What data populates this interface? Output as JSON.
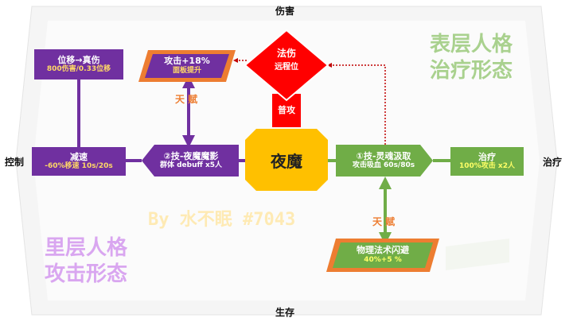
{
  "axes": {
    "top": "伤害",
    "bottom": "生存",
    "left": "控制",
    "right": "治疗"
  },
  "center": {
    "label": "夜魔"
  },
  "diamond": {
    "line1": "法伤",
    "line2": "远程位"
  },
  "attack_label": "普攻",
  "nodes": {
    "displacement": {
      "title": "位移→真伤",
      "sub": "800伤害/0.33位移"
    },
    "slow": {
      "title": "减速",
      "sub": "-60%移速  10s/20s"
    },
    "skill2": {
      "title": "②技-夜魔魔影",
      "sub": "群体 debuff x5人"
    },
    "skill1": {
      "title": "①技-灵魂汲取",
      "sub": "攻击吸血 60s/80s"
    },
    "heal": {
      "title": "治疗",
      "sub": "100%攻击 x2人"
    },
    "attack_talent": {
      "line1": "攻击+18%",
      "line2": "面板提升"
    },
    "dodge_talent": {
      "line1": "物理法术闪避",
      "line2": "40%+5 %"
    }
  },
  "talent_label": "天 赋",
  "talent_label_2": "天 赋",
  "surface": {
    "line1": "表层人格",
    "line2": "治疗形态"
  },
  "inner": {
    "line1": "里层人格",
    "line2": "攻击形态"
  },
  "watermark": "By 水不眠 #7043",
  "colors": {
    "purple": "#7030a0",
    "green": "#70ad47",
    "red": "#ff0000",
    "yellow": "#ffc000",
    "orange": "#ed7d31"
  }
}
